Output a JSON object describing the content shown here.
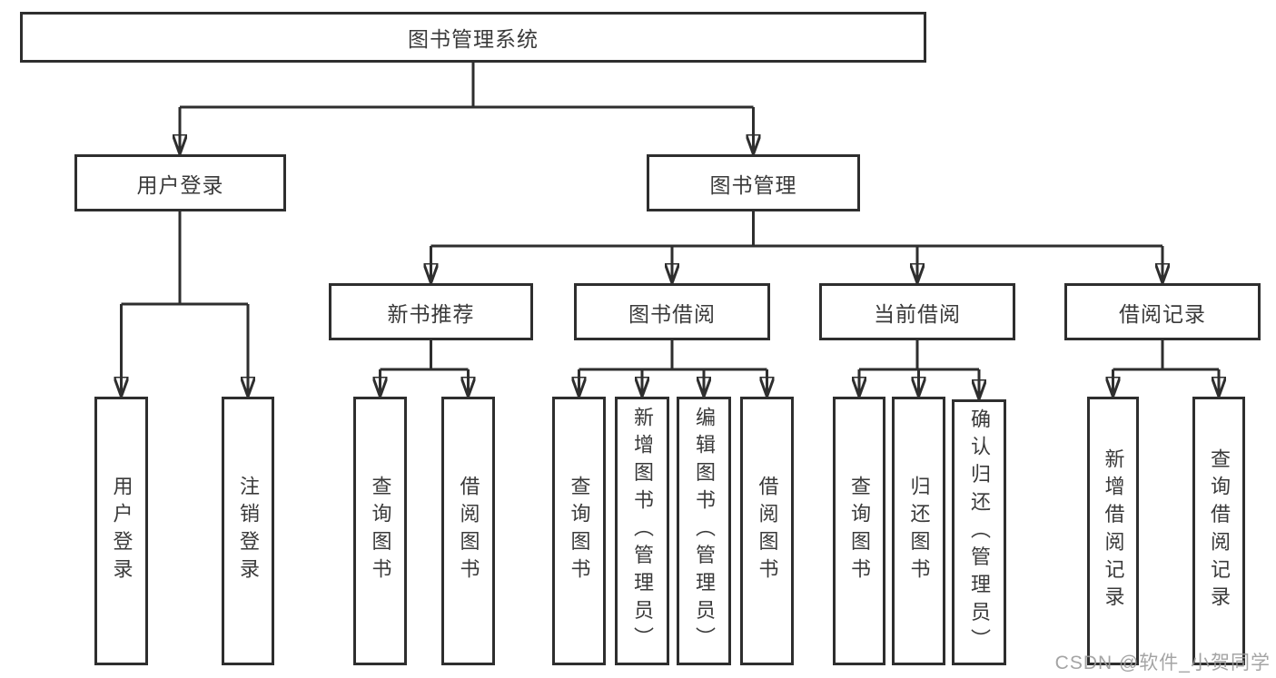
{
  "diagram_type": "hierarchy-tree",
  "colors": {
    "line": "#2e2e2e",
    "box_border": "#2e2e2e",
    "box_fill": "#ffffff",
    "text": "#3a3a3a",
    "watermark_text": "#9b9b9b",
    "background": "#ffffff"
  },
  "tree": {
    "label": "图书管理系统",
    "children": [
      {
        "label": "用户登录",
        "children": [
          {
            "label": "用户登录"
          },
          {
            "label": "注销登录"
          }
        ]
      },
      {
        "label": "图书管理",
        "children": [
          {
            "label": "新书推荐",
            "children": [
              {
                "label": "查询图书"
              },
              {
                "label": "借阅图书"
              }
            ]
          },
          {
            "label": "图书借阅",
            "children": [
              {
                "label": "查询图书"
              },
              {
                "label": "新增图书（管理员）"
              },
              {
                "label": "编辑图书（管理员）"
              },
              {
                "label": "借阅图书"
              }
            ]
          },
          {
            "label": "当前借阅",
            "children": [
              {
                "label": "查询图书"
              },
              {
                "label": "归还图书"
              },
              {
                "label": "确认归还（管理员）"
              }
            ]
          },
          {
            "label": "借阅记录",
            "children": [
              {
                "label": "新增借阅记录"
              },
              {
                "label": "查询借阅记录"
              }
            ]
          }
        ]
      }
    ]
  },
  "watermark": {
    "text": "CSDN @软件_小贺同学"
  }
}
